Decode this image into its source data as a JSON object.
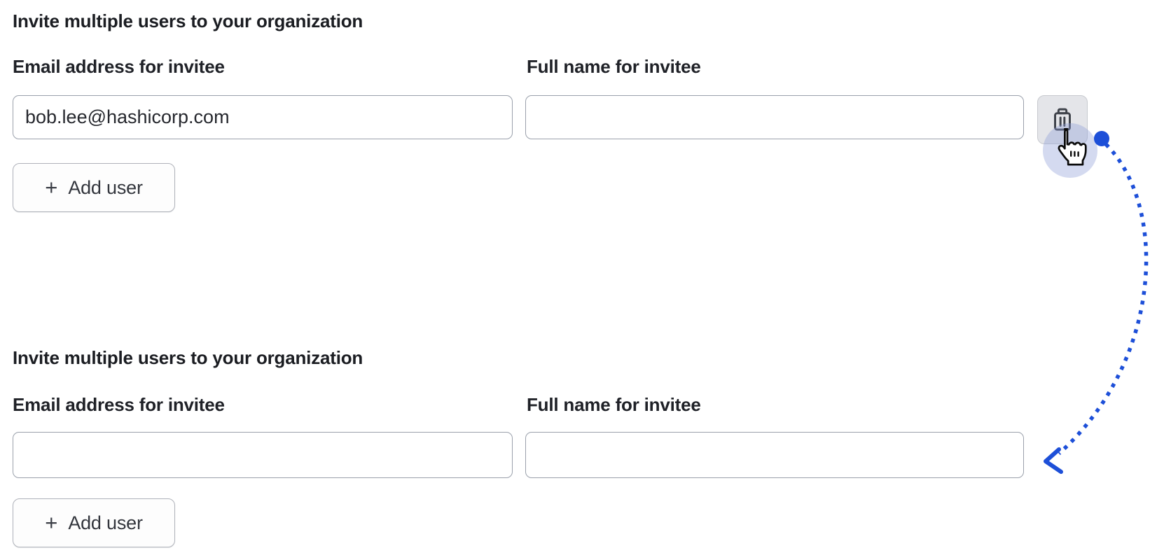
{
  "sections": [
    {
      "heading": "Invite multiple users to your organization",
      "fields": [
        {
          "label": "Email address for invitee",
          "value": "bob.lee@hashicorp.com"
        },
        {
          "label": "Full name for invitee",
          "value": ""
        }
      ],
      "add_user_button": {
        "icon": "plus-icon",
        "plus": "+",
        "label": "Add user"
      },
      "delete_button": {
        "icon": "trash-icon"
      }
    },
    {
      "heading": "Invite multiple users to your organization",
      "fields": [
        {
          "label": "Email address for invitee",
          "value": ""
        },
        {
          "label": "Full name for invitee",
          "value": ""
        }
      ],
      "add_user_button": {
        "icon": "plus-icon",
        "plus": "+",
        "label": "Add user"
      }
    }
  ],
  "annotation": {
    "cursor": "hand-pointer over delete button",
    "arrow_style": "dotted curve with start dot and left-pointing arrowhead",
    "arrow_color": "#1d4fd8"
  },
  "colors": {
    "accent_blue": "#1d4fd8",
    "text_primary": "#1b1d22",
    "input_border": "#9aa0ab",
    "icon_button_bg": "#e4e5e9",
    "icon_button_border": "#c8cacf",
    "add_button_border": "#afb2ba",
    "cursor_highlight": "rgba(141,158,216,0.38)"
  }
}
